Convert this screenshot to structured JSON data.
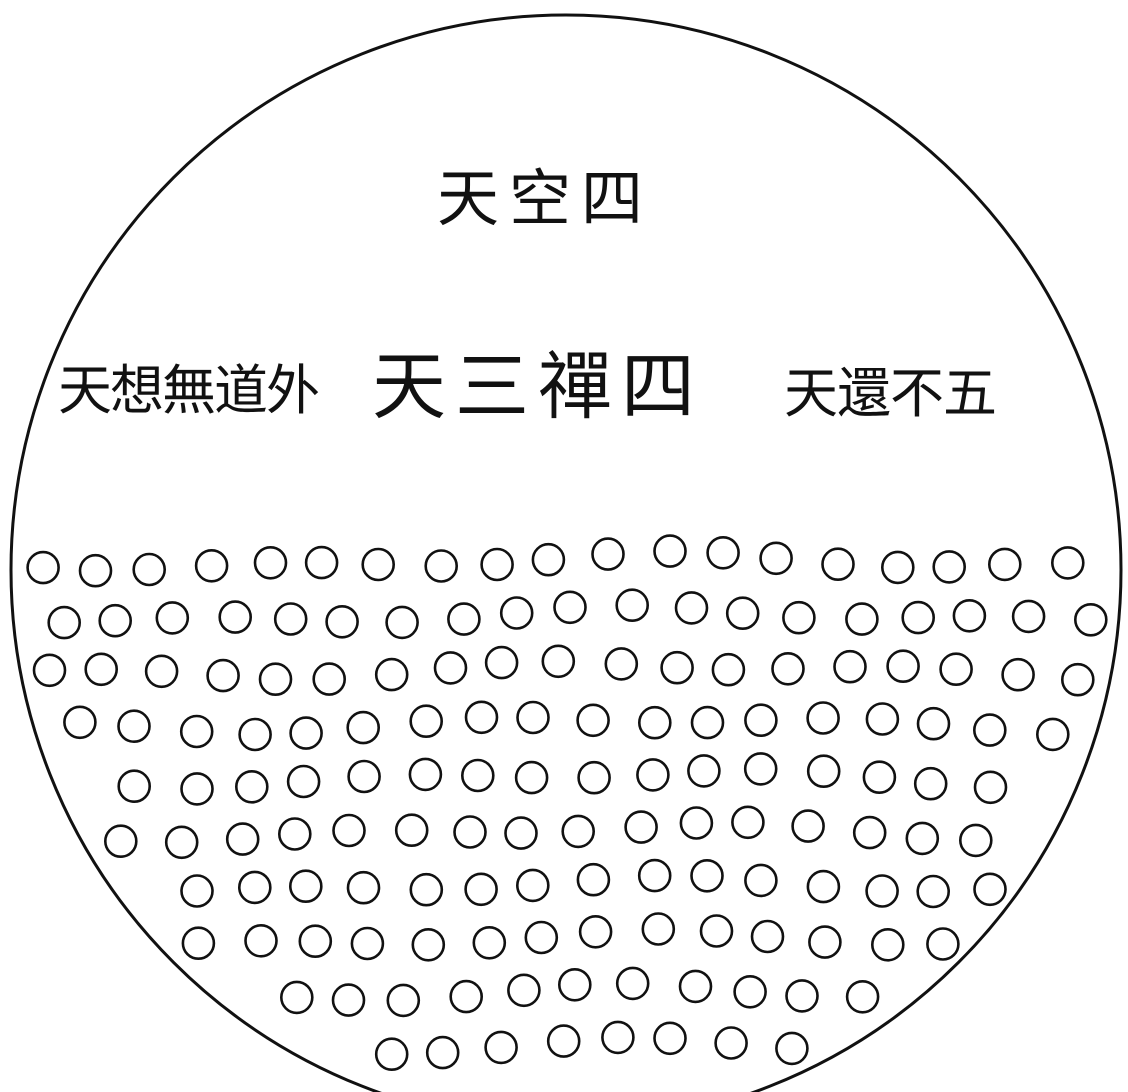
{
  "labels": {
    "top": "天空四",
    "left": "天想無道外",
    "center": "天三禪四",
    "right": "天還不五"
  },
  "colors": {
    "ink": "#111111",
    "paper": "#ffffff"
  }
}
